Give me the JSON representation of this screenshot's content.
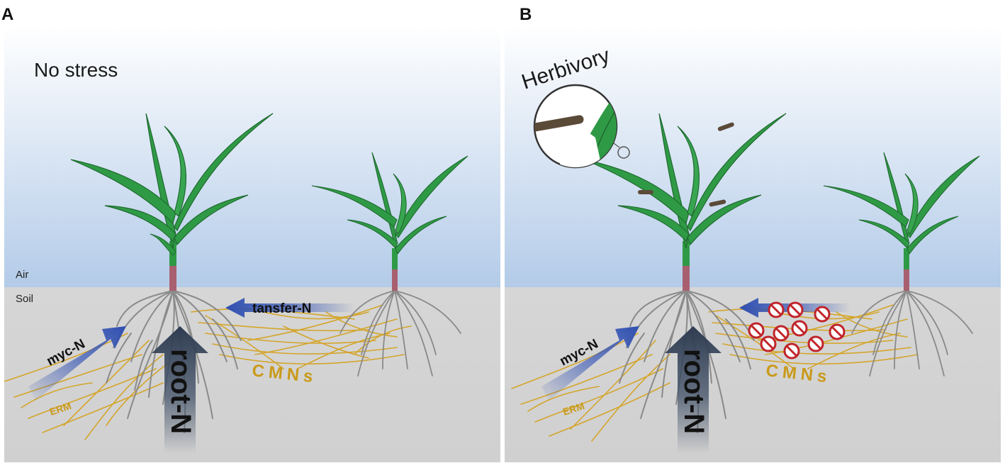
{
  "panels": {
    "a": {
      "letter": "A",
      "title": "No stress"
    },
    "b": {
      "letter": "B",
      "title": "Herbivory"
    }
  },
  "labels": {
    "air": "Air",
    "soil": "Soil",
    "myc": "myc-N",
    "root": "root-N",
    "transfer": "tansfer-N",
    "cmns": "CMNs",
    "erm": "ERM"
  },
  "colors": {
    "sky_top": "#ffffff",
    "sky_bottom": "#b3cbe8",
    "soil": "#d3d3d3",
    "leaf": "#2f9a45",
    "leaf_dark": "#1f6b30",
    "root": "#8a8a8a",
    "hyphae": "#d4a52a",
    "arrow_blue": "#2f4fb0",
    "arrow_dark": "#3a4a60",
    "block_red": "#c0242a"
  },
  "icons": {
    "blocked": "prohibition-sign-icon",
    "caterpillar": "caterpillar-icon",
    "magnifier": "magnifier-icon"
  }
}
